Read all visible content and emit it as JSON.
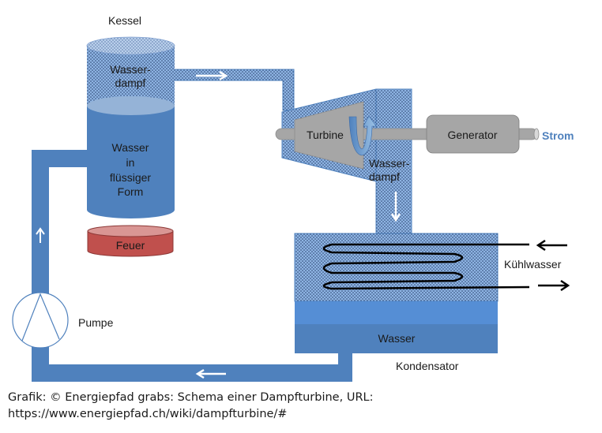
{
  "diagram": {
    "title": "Schema einer Dampfturbine",
    "labels": {
      "kessel": "Kessel",
      "steam_boiler_line1": "Wasser-",
      "steam_boiler_line2": "dampf",
      "water_line1": "Wasser",
      "water_line2": "in",
      "water_line3": "flüssiger",
      "water_line4": "Form",
      "feuer": "Feuer",
      "turbine": "Turbine",
      "generator": "Generator",
      "strom": "Strom",
      "steam_exit_line1": "Wasser-",
      "steam_exit_line2": "dampf",
      "kuehlwasser": "Kühlwasser",
      "condenser_water": "Wasser",
      "kondensator": "Kondensator",
      "pumpe": "Pumpe"
    },
    "colors": {
      "steam_fill": "#8eb4e3",
      "steam_dots": "#1f3864",
      "water_pipe": "#4f81bd",
      "water_light": "#558ed5",
      "water_dark": "#4f81bd",
      "fire": "#c0504d",
      "fire_top": "#d99694",
      "machine_gray": "#a6a6a6",
      "strom_text": "#4f81bd"
    }
  },
  "caption": {
    "line1": "Grafik: © Energiepfad grabs: Schema einer Dampfturbine, URL:",
    "line2": "https://www.energiepfad.ch/wiki/dampfturbine/#"
  }
}
